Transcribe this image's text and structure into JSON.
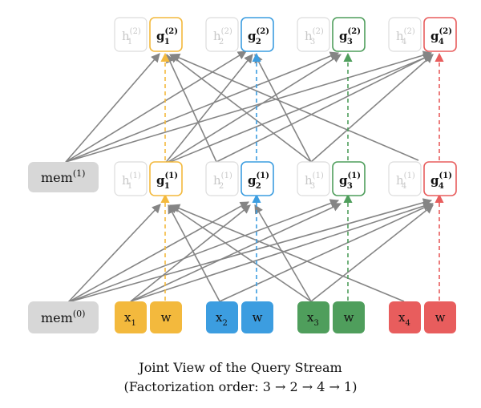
{
  "diagram": {
    "caption_line1": "Joint View of the Query Stream",
    "caption_line2": "(Factorization order: 3 → 2 → 4 → 1)",
    "colors": {
      "pos1": "#f3b93d",
      "pos2": "#3c9de0",
      "pos3": "#4f9e5c",
      "pos4": "#e85d5d",
      "mem_fill": "#d7d7d7",
      "faded": "#cfcfcf",
      "edge": "#858585"
    },
    "mem_labels": {
      "mem1": {
        "base": "mem",
        "sup": "(1)"
      },
      "mem0": {
        "base": "mem",
        "sup": "(0)"
      }
    },
    "top_row": [
      {
        "h": {
          "base": "h",
          "sub": "1",
          "sup": "(2)"
        },
        "g": {
          "base": "g",
          "sub": "1",
          "sup": "(2)"
        }
      },
      {
        "h": {
          "base": "h",
          "sub": "2",
          "sup": "(2)"
        },
        "g": {
          "base": "g",
          "sub": "2",
          "sup": "(2)"
        }
      },
      {
        "h": {
          "base": "h",
          "sub": "3",
          "sup": "(2)"
        },
        "g": {
          "base": "g",
          "sub": "3",
          "sup": "(2)"
        }
      },
      {
        "h": {
          "base": "h",
          "sub": "4",
          "sup": "(2)"
        },
        "g": {
          "base": "g",
          "sub": "4",
          "sup": "(2)"
        }
      }
    ],
    "mid_row": [
      {
        "h": {
          "base": "h",
          "sub": "1",
          "sup": "(1)"
        },
        "g": {
          "base": "g",
          "sub": "1",
          "sup": "(1)"
        }
      },
      {
        "h": {
          "base": "h",
          "sub": "2",
          "sup": "(1)"
        },
        "g": {
          "base": "g",
          "sub": "2",
          "sup": "(1)"
        }
      },
      {
        "h": {
          "base": "h",
          "sub": "3",
          "sup": "(1)"
        },
        "g": {
          "base": "g",
          "sub": "3",
          "sup": "(1)"
        }
      },
      {
        "h": {
          "base": "h",
          "sub": "4",
          "sup": "(1)"
        },
        "g": {
          "base": "g",
          "sub": "4",
          "sup": "(1)"
        }
      }
    ],
    "inputs": [
      {
        "x": {
          "base": "x",
          "sub": "1"
        },
        "w": "w"
      },
      {
        "x": {
          "base": "x",
          "sub": "2"
        },
        "w": "w"
      },
      {
        "x": {
          "base": "x",
          "sub": "3"
        },
        "w": "w"
      },
      {
        "x": {
          "base": "x",
          "sub": "4"
        },
        "w": "w"
      }
    ]
  }
}
